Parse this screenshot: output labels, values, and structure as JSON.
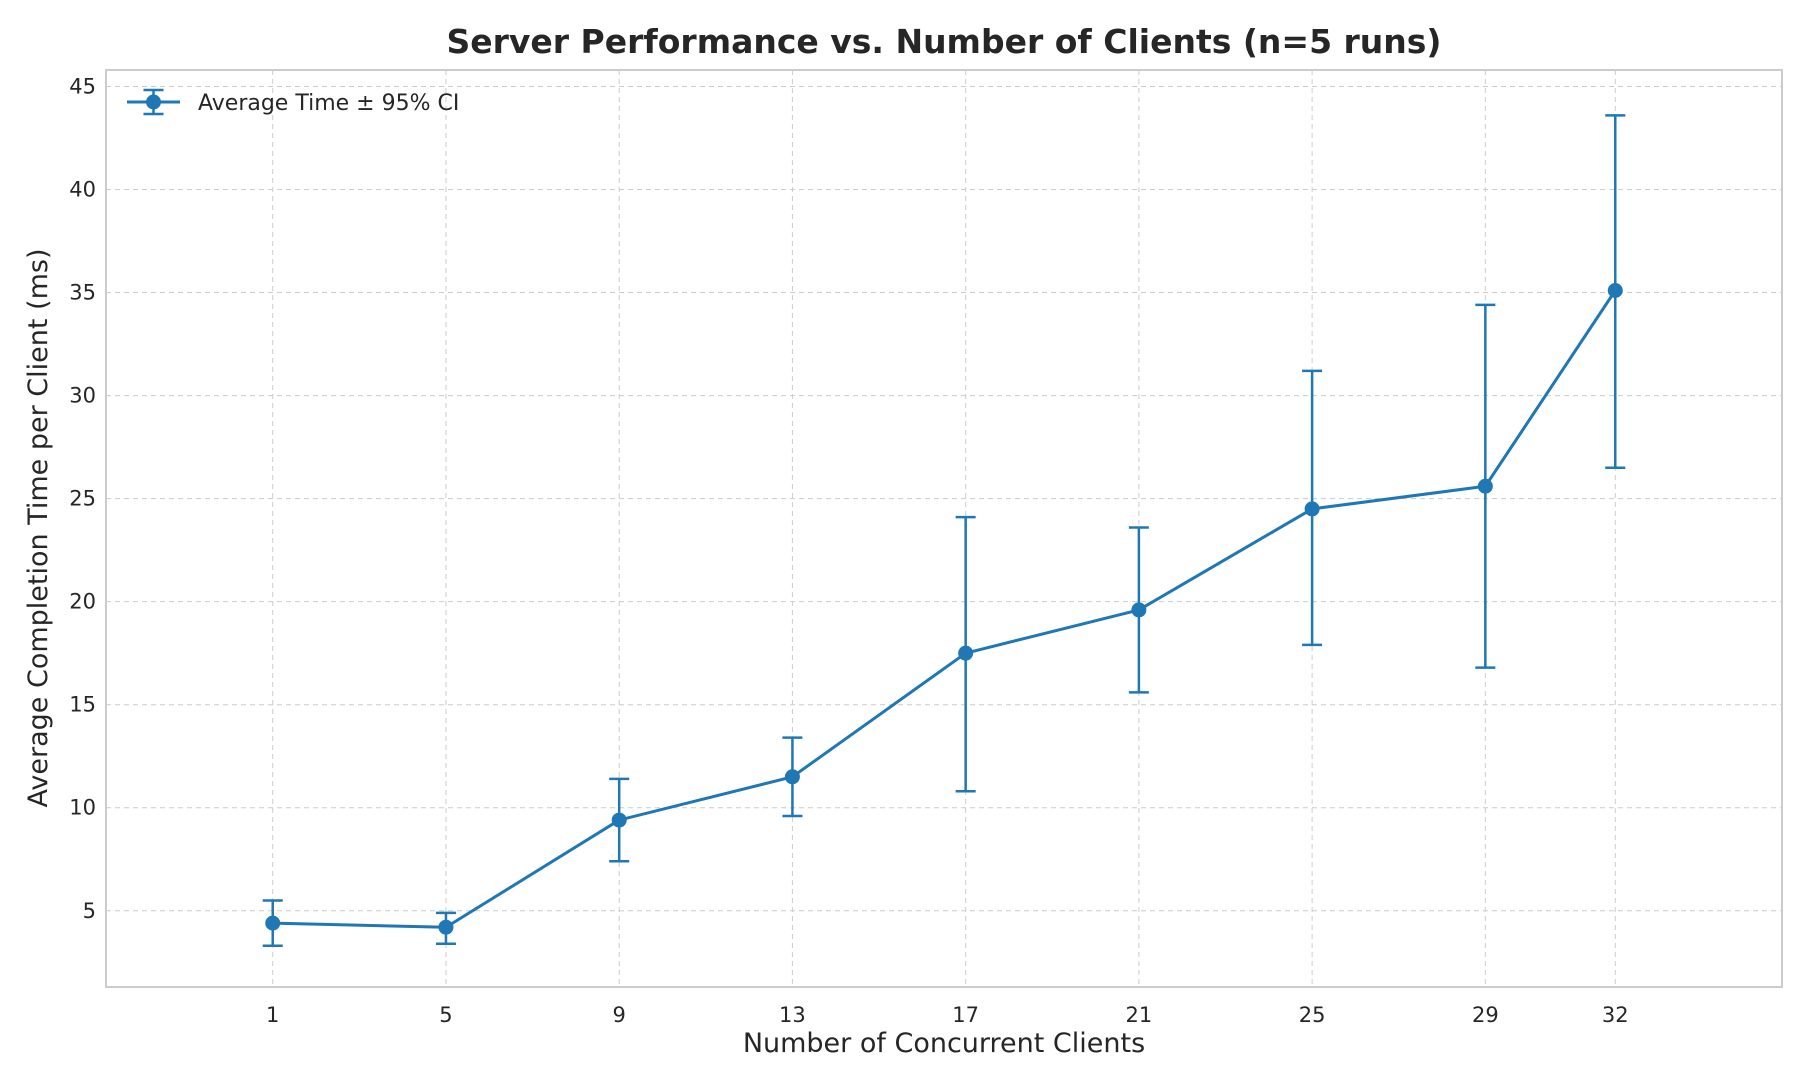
{
  "chart_data": {
    "type": "line",
    "title": "Server Performance vs. Number of Clients (n=5 runs)",
    "xlabel": "Number of Concurrent Clients",
    "ylabel": "Average Completion Time per Client (ms)",
    "xlim": [
      -2.85,
      35.85
    ],
    "ylim": [
      1.3,
      45.8
    ],
    "xticks": [
      1,
      5,
      9,
      13,
      17,
      21,
      25,
      29,
      32
    ],
    "yticks": [
      5,
      10,
      15,
      20,
      25,
      30,
      35,
      40,
      45
    ],
    "grid": true,
    "legend_position": "top-left",
    "series": [
      {
        "name": "Average Time ± 95% CI",
        "color": "#1f77b4",
        "marker": "circle",
        "x": [
          1,
          5,
          9,
          13,
          17,
          21,
          25,
          29,
          32
        ],
        "y": [
          4.4,
          4.2,
          9.4,
          11.5,
          17.5,
          19.6,
          24.5,
          25.6,
          35.1
        ],
        "ci_lower": [
          3.3,
          3.4,
          7.4,
          9.6,
          10.8,
          15.6,
          17.9,
          16.8,
          26.5
        ],
        "ci_upper": [
          5.5,
          4.9,
          11.4,
          13.4,
          24.1,
          23.6,
          31.2,
          34.4,
          43.6
        ]
      }
    ]
  }
}
